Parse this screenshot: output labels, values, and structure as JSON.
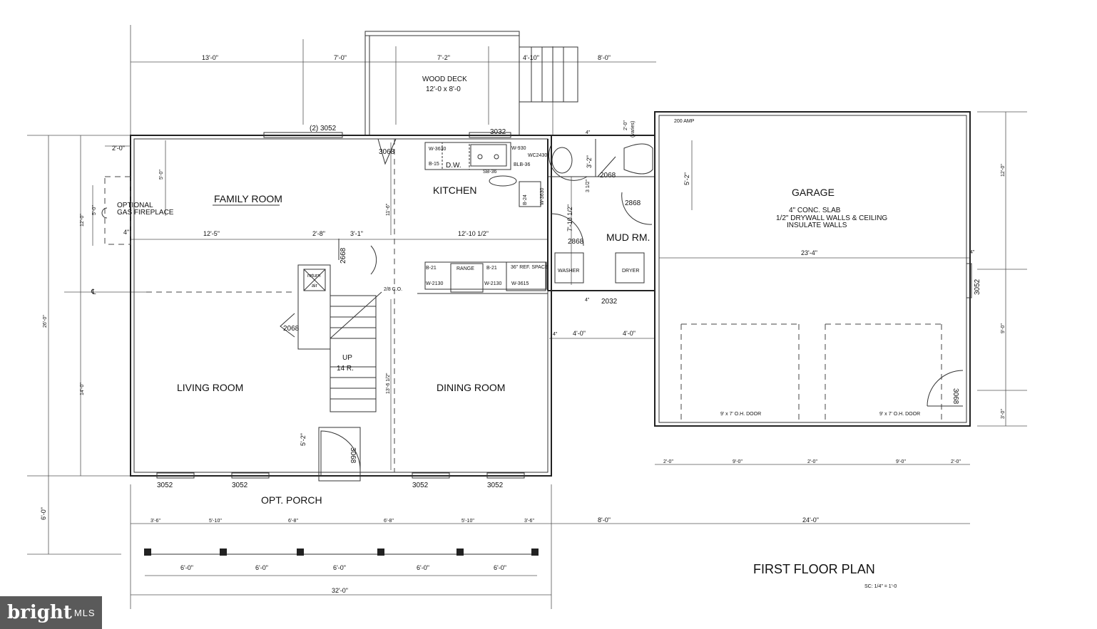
{
  "plan": {
    "title": "FIRST FLOOR PLAN",
    "scale": "SC: 1/4\" = 1'-0"
  },
  "rooms": {
    "family_room": "FAMILY ROOM",
    "kitchen": "KITCHEN",
    "mud_room": "MUD RM.",
    "garage": "GARAGE",
    "living_room": "LIVING ROOM",
    "dining_room": "DINING ROOM",
    "porch": "OPT. PORCH",
    "wood_deck": "WOOD DECK",
    "wood_deck_size": "12'-0 x 8'-0"
  },
  "notes": {
    "fireplace_1": "OPTIONAL",
    "fireplace_2": "GAS FIREPLACE",
    "garage_1": "4\" CONC. SLAB",
    "garage_2": "1/2\" DRYWALL WALLS & CEILING",
    "garage_3": "INSULATE WALLS",
    "amp": "200 AMP",
    "return": "return",
    "air": "air",
    "stairs_up": "UP",
    "stairs_risers": "14 R.",
    "washer": "WASHER",
    "dryer": "DRYER",
    "dw": "D.W.",
    "range": "RANGE",
    "ref": "36\" REF. SPACE",
    "oh_door": "9' x 7' O.H. DOOR",
    "centerline": "℄"
  },
  "cabinets": [
    "W-3630",
    "B-15",
    "W-930",
    "WC2430",
    "BLB-36",
    "SB-36",
    "B-24",
    "W-3630",
    "B-21",
    "B-21",
    "W-2130",
    "W-2130",
    "W-3615"
  ],
  "openings": {
    "top_window": "(2) 3052",
    "kitchen_window": "3032",
    "rear_door": "3068",
    "bath_door": "2068",
    "mud_door": "2868",
    "kitchen_mud_door": "2868",
    "closet_door": "2668",
    "coat_door": "2068",
    "front_door": "3068",
    "mud_window": "2032",
    "front_windows": [
      "3052",
      "3052",
      "3052",
      "3052"
    ],
    "garage_window": "3052",
    "garage_door": "3068",
    "cased_opening": "2/8 C.O."
  },
  "dimensions": {
    "top": [
      "13'-0\"",
      "7'-0\"",
      "7'-2\"",
      "4'-10\"",
      "8'-0\""
    ],
    "left": {
      "overall": "26'-0\"",
      "upper": "12'-0\"",
      "lower": "14'-0\"",
      "porch": "6'-0\"",
      "fireplace_h": "5'-0\"",
      "fireplace_w": "2'-0\"",
      "fireplace_hearth": "4\""
    },
    "interior": {
      "family_width": "12'-5\"",
      "closet": "2'-8\"",
      "hall": "3'-1\"",
      "kitchen_width": "12'-10 1/2\"",
      "family_depth": "11'-6\"",
      "family_wall": "5'-0\"",
      "dining_depth": "13'-6 1/2\"",
      "front_offset": "5'-2\"",
      "bath": "3'-2\"",
      "bath_wall": "3 1/2\"",
      "mud_depth": "7'-10 1/2\"",
      "wall_4a": "4\"",
      "wall_4b": "4\"",
      "hall_4": "4'-0\"",
      "hall_4b": "4'-0\"",
      "wall_4c": "4\"",
      "stoop": "2'-0\"",
      "stoop_note": "(varies)"
    },
    "garage": {
      "width": "23'-4\"",
      "wall": "4\"",
      "right_upper": "12'-0\"",
      "right_mid": "9'-0\"",
      "right_lower": "3'-0\"",
      "left": "5'-2\"",
      "bottom": [
        "2'-0\"",
        "9'-0\"",
        "2'-0\"",
        "9'-0\"",
        "2'-0\""
      ]
    },
    "porch": [
      "3'-6\"",
      "5'-10\"",
      "6'-8\"",
      "6'-8\"",
      "5'-10\"",
      "3'-6\""
    ],
    "porch_posts": [
      "6'-0\"",
      "6'-0\"",
      "6'-0\"",
      "6'-0\"",
      "6'-0\""
    ],
    "overall_house": "32'-0\"",
    "overall_right_porch": "8'-0\"",
    "overall_garage": "24'-0\""
  },
  "watermark": {
    "brand": "bright",
    "suffix": "MLS"
  }
}
